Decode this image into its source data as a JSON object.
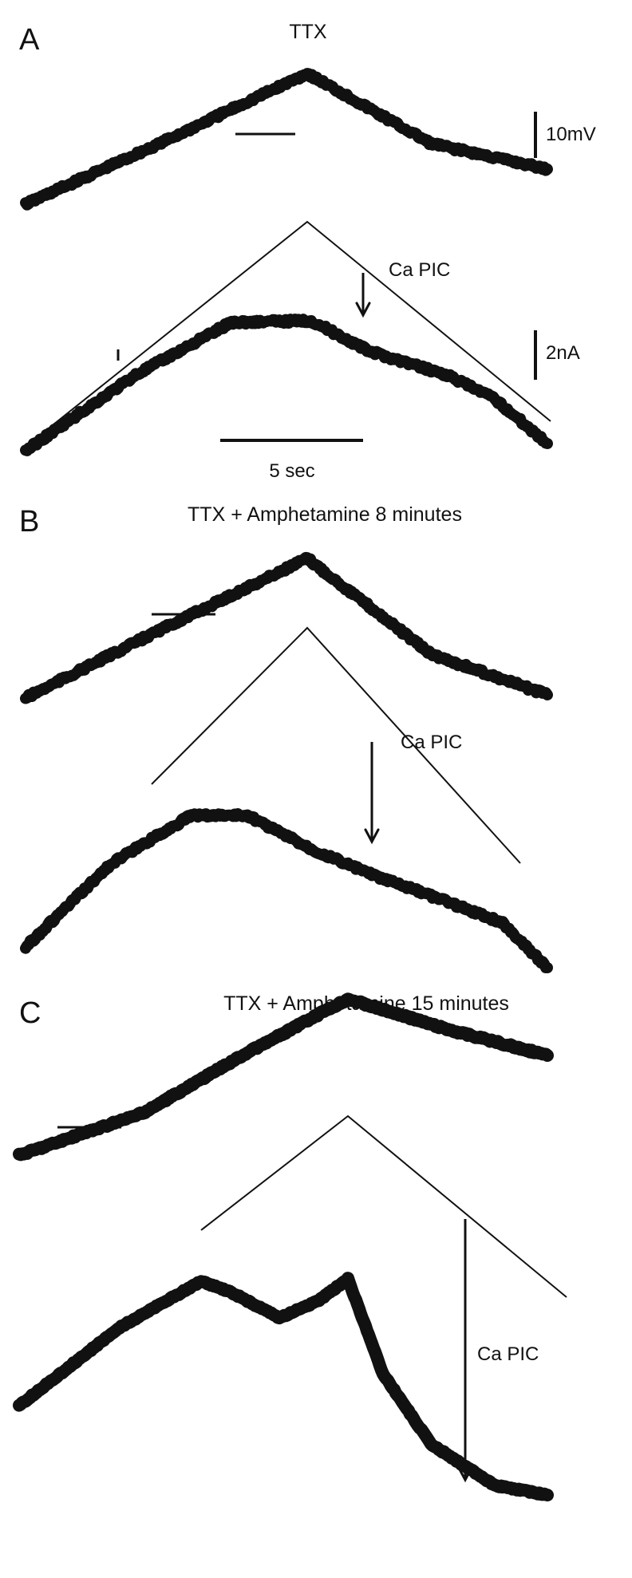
{
  "panels": [
    {
      "id": "A",
      "letter": "A",
      "title": "TTX",
      "annotation": "Ca PIC"
    },
    {
      "id": "B",
      "letter": "B",
      "title": "TTX + Amphetamine 8 minutes",
      "annotation": "Ca PIC"
    },
    {
      "id": "C",
      "letter": "C",
      "title": "TTX + Amphetamine 15 minutes",
      "annotation": "Ca PIC"
    }
  ],
  "scale_bars": {
    "voltage": "10mV",
    "current": "2nA",
    "time": "5 sec"
  }
}
